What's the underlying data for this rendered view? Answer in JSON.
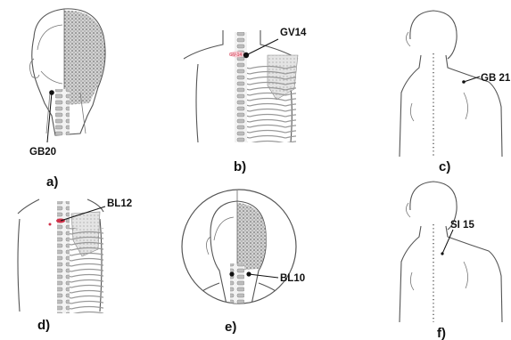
{
  "panels": [
    {
      "letter": "a)",
      "point": "GB20"
    },
    {
      "letter": "b)",
      "point": "GV14",
      "inline_mark": "GV-14"
    },
    {
      "letter": "c)",
      "point": "GB 21"
    },
    {
      "letter": "d)",
      "point": "BL12"
    },
    {
      "letter": "e)",
      "point": "BL10"
    },
    {
      "letter": "f)",
      "point": "SI 15"
    }
  ],
  "colors": {
    "marker": "#111111",
    "acupoint_highlight": "#d0324a",
    "stipple": "#5a5a5a",
    "outline": "#555555"
  }
}
